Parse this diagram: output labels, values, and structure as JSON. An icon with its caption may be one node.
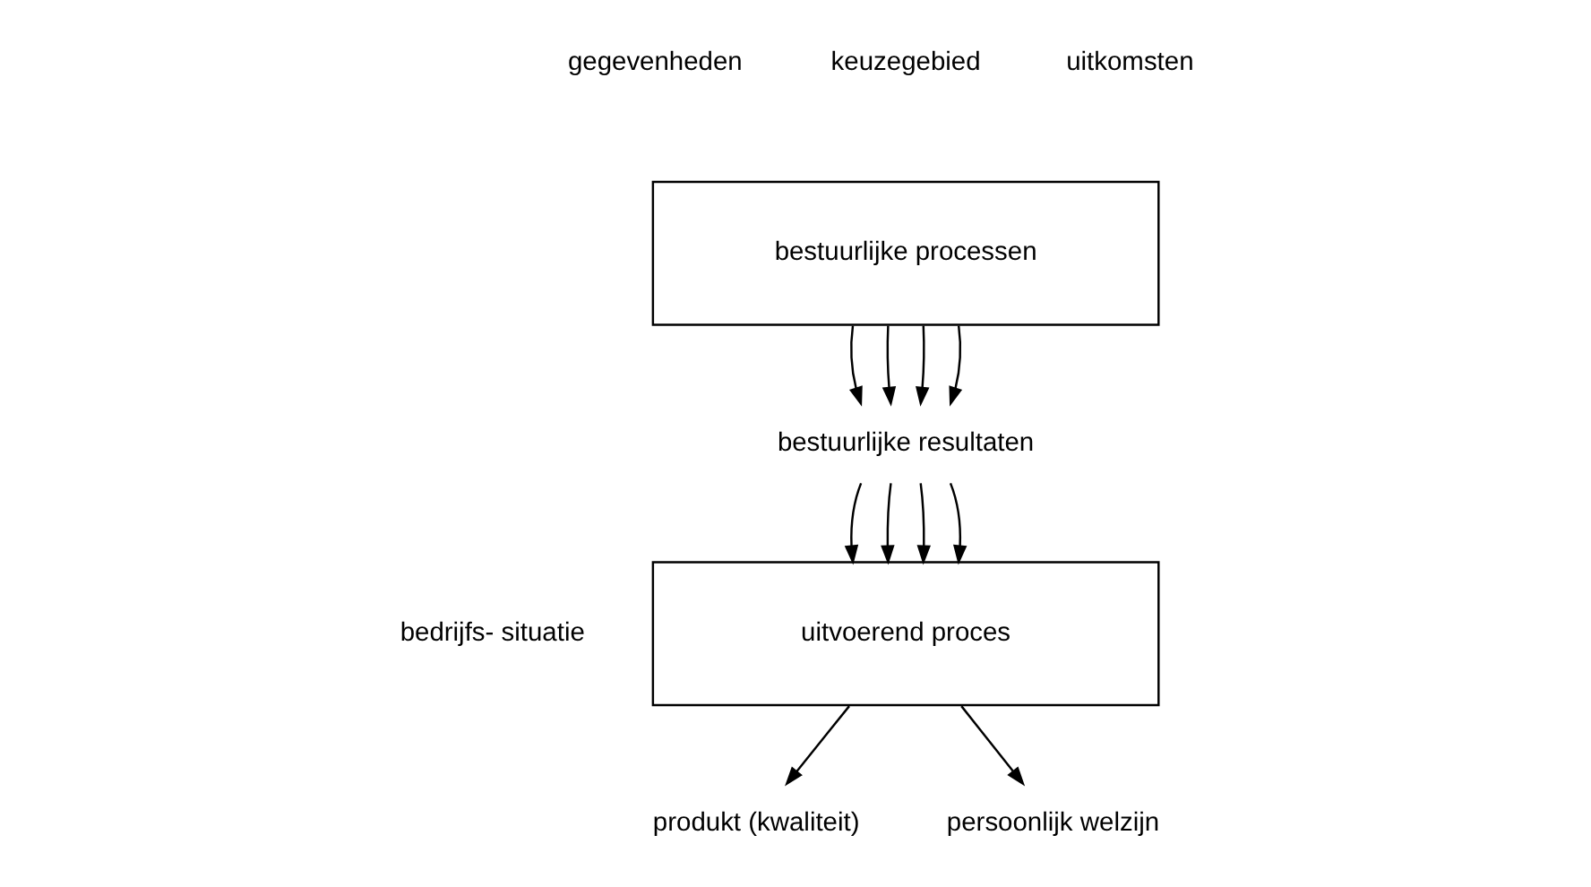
{
  "diagram": {
    "nodes": [
      {
        "text": [
          "bestuurlijke processen"
        ]
      },
      {
        "text": [
          "bestuurlijke resultaten"
        ]
      },
      {
        "text": [
          "uitvoerend proces"
        ]
      },
      {
        "text": [
          "produkt (kwaliteit)"
        ]
      },
      {
        "text": [
          "persoonlijk welzijn"
        ]
      }
    ],
    "edges": [
      {
        "from": 0,
        "to": 1,
        "arrow": "to"
      },
      {
        "from": 0,
        "to": 1,
        "arrow": "to"
      },
      {
        "from": 0,
        "to": 1,
        "arrow": "to"
      },
      {
        "from": 0,
        "to": 1,
        "arrow": "to"
      },
      {
        "from": 1,
        "to": 2,
        "arrow": "to"
      },
      {
        "from": 1,
        "to": 2,
        "arrow": "to"
      },
      {
        "from": 1,
        "to": 2,
        "arrow": "to"
      },
      {
        "from": 1,
        "to": 2,
        "arrow": "to"
      },
      {
        "from": 2,
        "to": 3,
        "arrow": "to"
      },
      {
        "from": 2,
        "to": 4,
        "arrow": "to"
      }
    ],
    "labels": [
      "gegevenheden",
      "keuzegebied",
      "uitkomsten",
      "bedrijfs- situatie"
    ]
  }
}
